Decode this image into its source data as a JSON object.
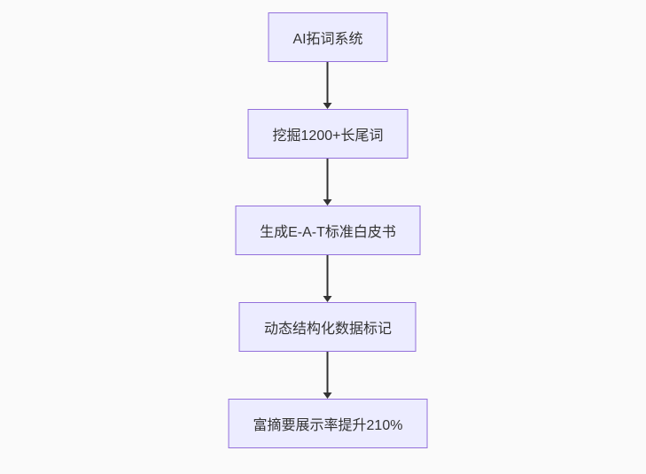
{
  "diagram": {
    "type": "flowchart-top-down",
    "nodes": [
      {
        "id": "n1",
        "label": "AI拓词系统"
      },
      {
        "id": "n2",
        "label": "挖掘1200+长尾词"
      },
      {
        "id": "n3",
        "label": "生成E-A-T标准白皮书"
      },
      {
        "id": "n4",
        "label": "动态结构化数据标记"
      },
      {
        "id": "n5",
        "label": "富摘要展示率提升210%"
      }
    ],
    "edges": [
      {
        "from": "n1",
        "to": "n2",
        "arrow": "down"
      },
      {
        "from": "n2",
        "to": "n3",
        "arrow": "down"
      },
      {
        "from": "n3",
        "to": "n4",
        "arrow": "down"
      },
      {
        "from": "n4",
        "to": "n5",
        "arrow": "down"
      }
    ],
    "colors": {
      "background": "#fafafa",
      "node_fill": "#ececff",
      "node_border": "#9370db",
      "node_text": "#333333",
      "arrow": "#333333"
    }
  }
}
